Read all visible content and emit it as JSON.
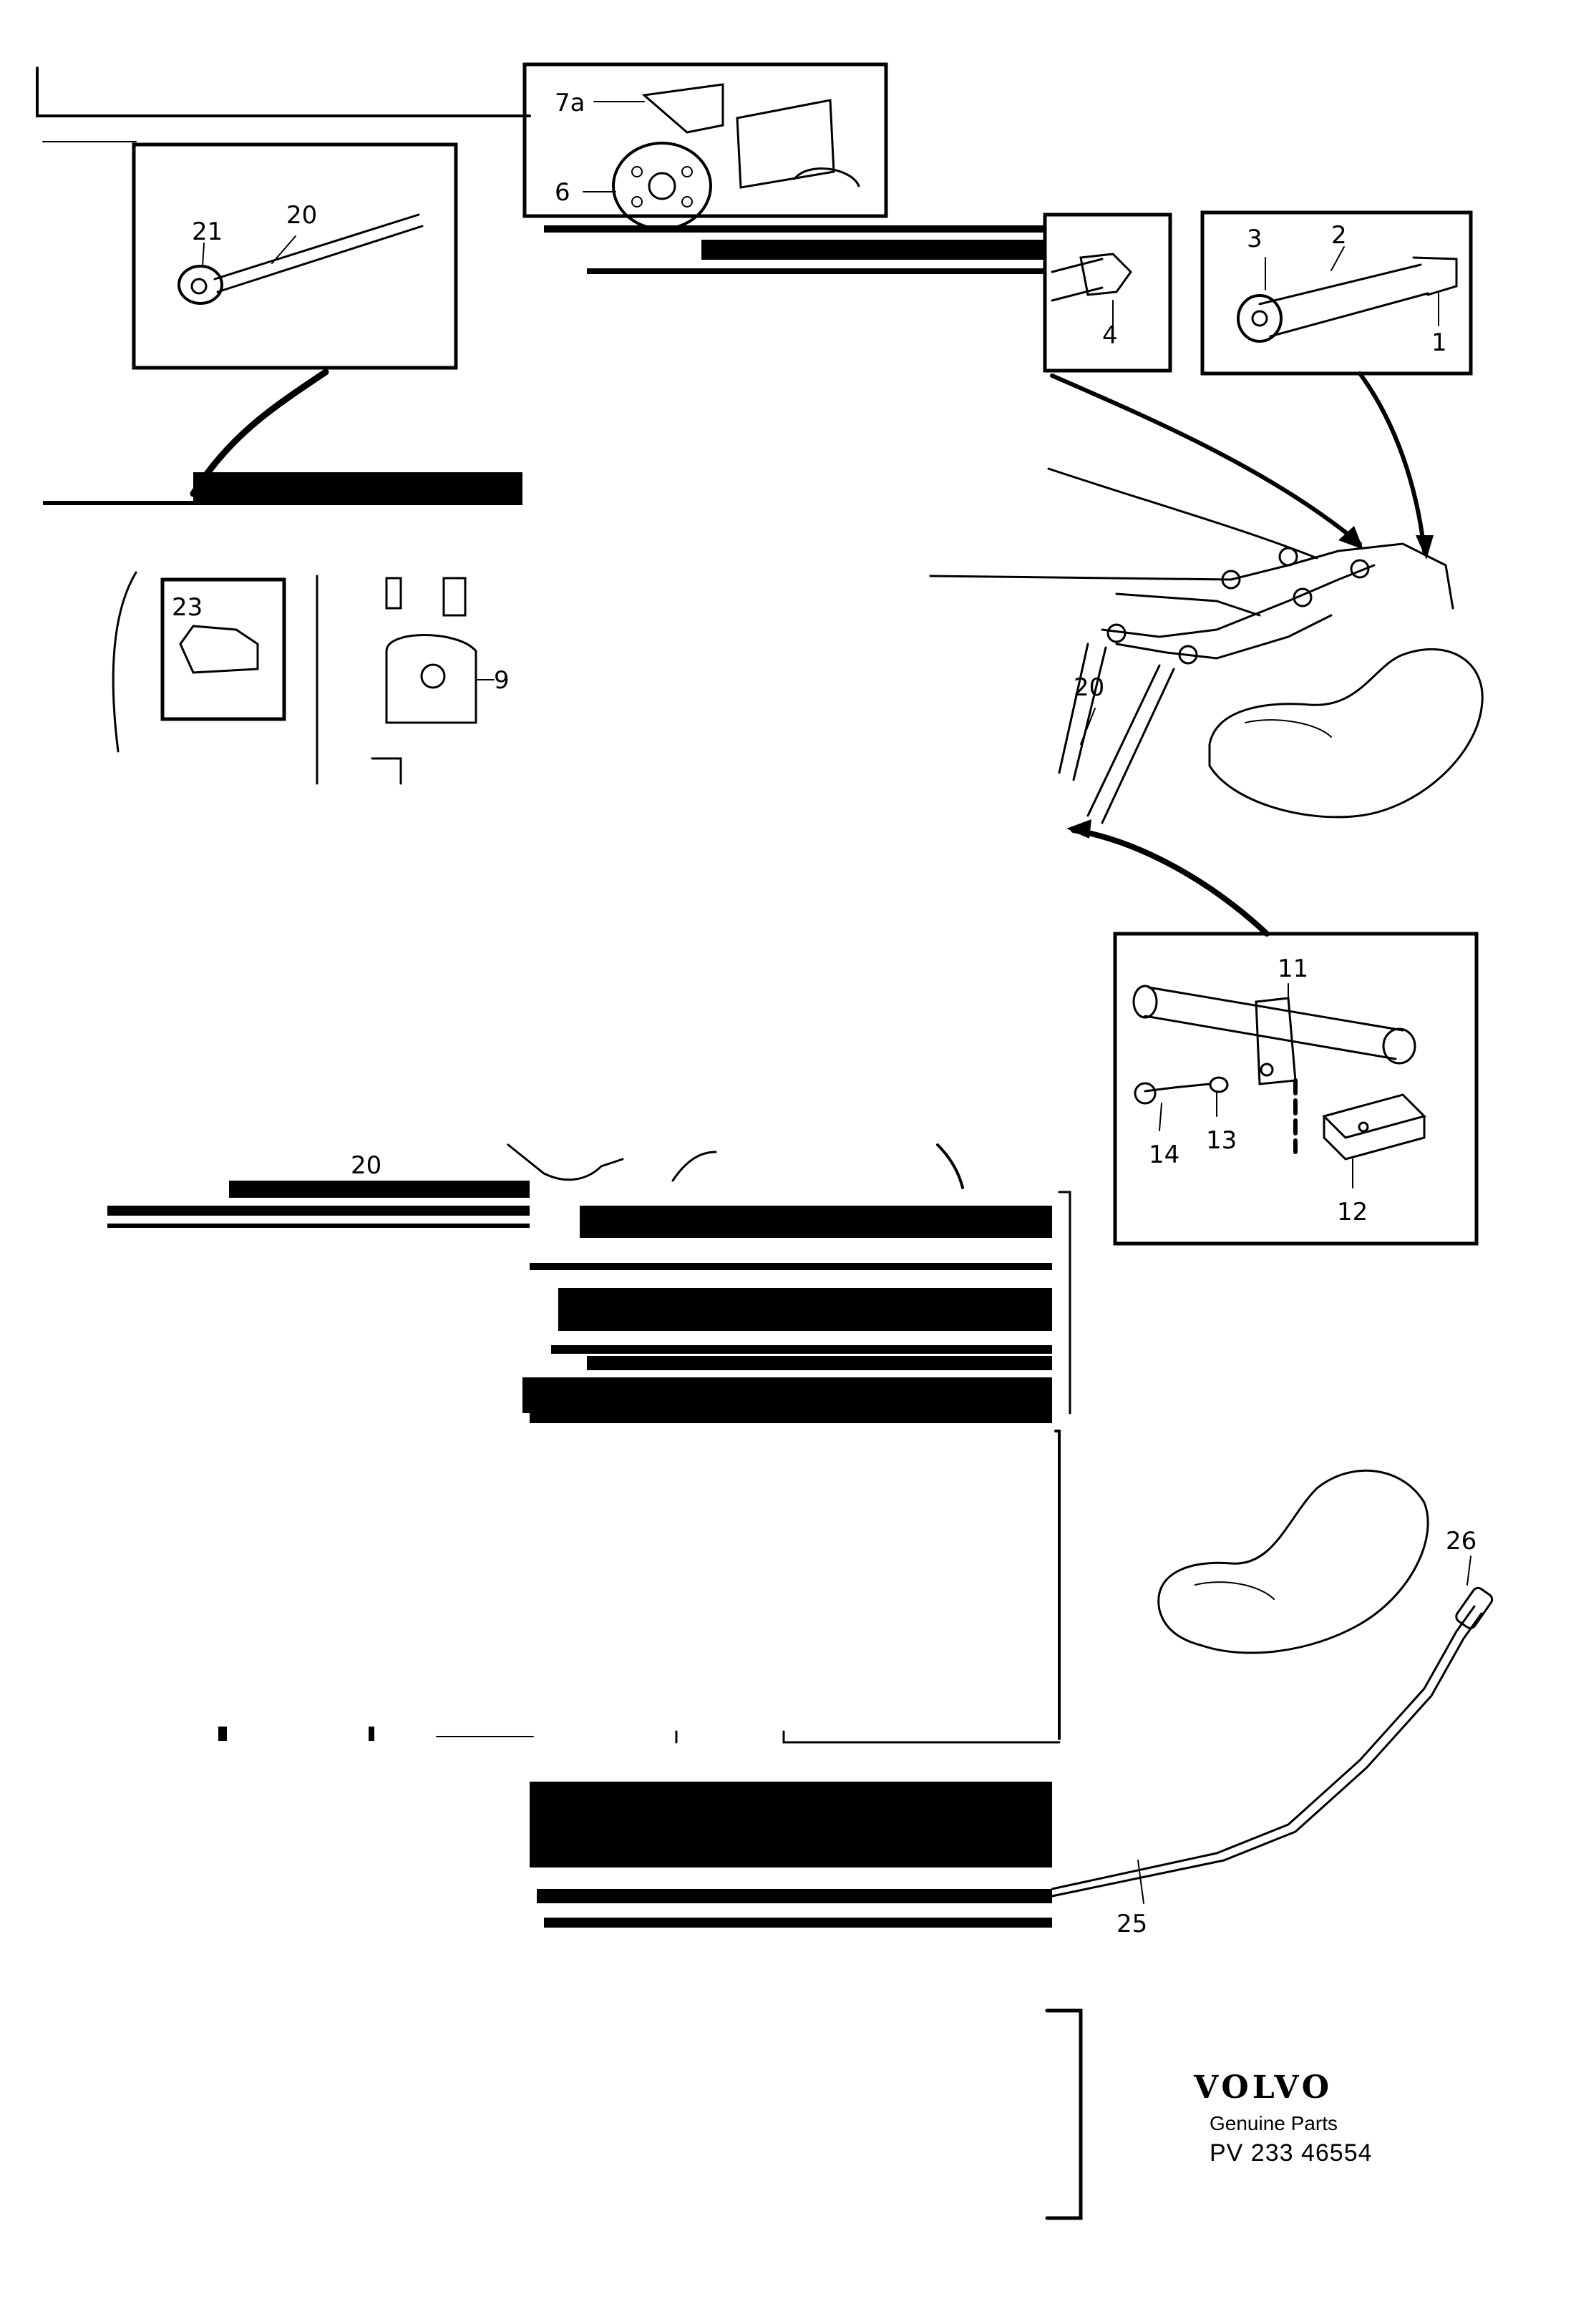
{
  "diagram": {
    "callouts": {
      "c1": "1",
      "c2": "2",
      "c3": "3",
      "c4": "4",
      "c6": "6",
      "c7a": "7a",
      "c9": "9",
      "c11": "11",
      "c12": "12",
      "c13": "13",
      "c14": "14",
      "c20a": "20",
      "c20b": "20",
      "c20c": "20",
      "c21": "21",
      "c23": "23",
      "c25": "25",
      "c26": "26"
    }
  },
  "footer": {
    "brand": "VOLVO",
    "genuine_parts": "Genuine Parts",
    "part_number": "PV 233 46554"
  }
}
